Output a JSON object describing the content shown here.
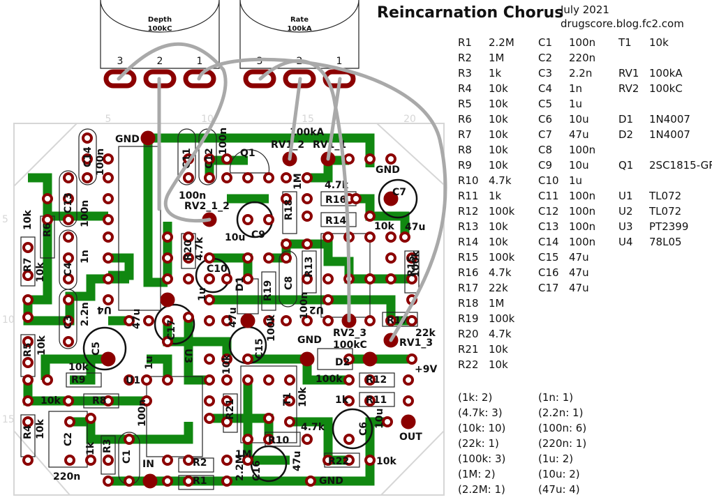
{
  "title": "Reincarnation Chorus",
  "meta": {
    "date": "July 2021",
    "site": "drugscore.blog.fc2.com"
  },
  "pots": [
    {
      "name": "Depth",
      "value": "100kC",
      "pins": [
        "3",
        "2",
        "1"
      ]
    },
    {
      "name": "Rate",
      "value": "100kA",
      "pins": [
        "3",
        "2",
        "1"
      ]
    }
  ],
  "grid": {
    "col_labels": [
      "5",
      "10",
      "15",
      "20"
    ],
    "row_labels": [
      "5",
      "10",
      "15"
    ]
  },
  "bom": {
    "resistors": [
      [
        "R1",
        "2.2M"
      ],
      [
        "R2",
        "1M"
      ],
      [
        "R3",
        "1k"
      ],
      [
        "R4",
        "10k"
      ],
      [
        "R5",
        "10k"
      ],
      [
        "R6",
        "10k"
      ],
      [
        "R7",
        "10k"
      ],
      [
        "R8",
        "10k"
      ],
      [
        "R9",
        "10k"
      ],
      [
        "R10",
        "4.7k"
      ],
      [
        "R11",
        "1k"
      ],
      [
        "R12",
        "100k"
      ],
      [
        "R13",
        "10k"
      ],
      [
        "R14",
        "10k"
      ],
      [
        "R15",
        "100k"
      ],
      [
        "R16",
        "4.7k"
      ],
      [
        "R17",
        "22k"
      ],
      [
        "R18",
        "1M"
      ],
      [
        "R19",
        "100k"
      ],
      [
        "R20",
        "4.7k"
      ],
      [
        "R21",
        "10k"
      ],
      [
        "R22",
        "10k"
      ]
    ],
    "capacitors": [
      [
        "C1",
        "100n"
      ],
      [
        "C2",
        "220n"
      ],
      [
        "C3",
        "2.2n"
      ],
      [
        "C4",
        "1n"
      ],
      [
        "C5",
        "1u"
      ],
      [
        "C6",
        "10u"
      ],
      [
        "C7",
        "47u"
      ],
      [
        "C8",
        "100n"
      ],
      [
        "C9",
        "10u"
      ],
      [
        "C10",
        "1u"
      ],
      [
        "C11",
        "100n"
      ],
      [
        "C12",
        "100n"
      ],
      [
        "C13",
        "100n"
      ],
      [
        "C14",
        "100n"
      ],
      [
        "C15",
        "47u"
      ],
      [
        "C16",
        "47u"
      ],
      [
        "C17",
        "47u"
      ]
    ],
    "others": [
      [
        "T1",
        "10k"
      ],
      [
        "",
        ""
      ],
      [
        "RV1",
        "100kA"
      ],
      [
        "RV2",
        "100kC"
      ],
      [
        "",
        ""
      ],
      [
        "D1",
        "1N4007"
      ],
      [
        "D2",
        "1N4007"
      ],
      [
        "",
        ""
      ],
      [
        "Q1",
        "2SC1815-GR"
      ],
      [
        "",
        ""
      ],
      [
        "U1",
        "TL072"
      ],
      [
        "U2",
        "TL072"
      ],
      [
        "U3",
        "PT2399"
      ],
      [
        "U4",
        "78L05"
      ]
    ]
  },
  "summary": {
    "res": [
      "(1k: 2)",
      "(4.7k: 3)",
      "(10k: 10)",
      "(22k: 1)",
      "(100k: 3)",
      "(1M: 2)",
      "(2.2M: 1)"
    ],
    "cap": [
      "(1n: 1)",
      "(2.2n: 1)",
      "(100n: 6)",
      "(220n: 1)",
      "(1u: 2)",
      "(10u: 2)",
      "(47u: 4)"
    ]
  },
  "labels": [
    {
      "t": "GND"
    },
    {
      "t": "GND"
    },
    {
      "t": "GND"
    },
    {
      "t": "GND"
    },
    {
      "t": "+9V"
    },
    {
      "t": "OUT"
    },
    {
      "t": "IN"
    },
    {
      "t": "100kA"
    },
    {
      "t": "RV1_2"
    },
    {
      "t": "RV1_1"
    },
    {
      "t": "RV2_1_2"
    },
    {
      "t": "RV2_3"
    },
    {
      "t": "100kC"
    },
    {
      "t": "RV1_3"
    },
    {
      "t": "Q1"
    },
    {
      "t": "U1"
    },
    {
      "t": "U2"
    },
    {
      "t": "U3"
    },
    {
      "t": "U4"
    },
    {
      "t": "D1"
    },
    {
      "t": "D2"
    },
    {
      "t": "T1"
    },
    {
      "t": "R1"
    },
    {
      "t": "R2"
    },
    {
      "t": "R3"
    },
    {
      "t": "R4"
    },
    {
      "t": "R5"
    },
    {
      "t": "R6"
    },
    {
      "t": "R7"
    },
    {
      "t": "R8"
    },
    {
      "t": "R9"
    },
    {
      "t": "R10"
    },
    {
      "t": "R11"
    },
    {
      "t": "R12"
    },
    {
      "t": "R13"
    },
    {
      "t": "R14"
    },
    {
      "t": "R15"
    },
    {
      "t": "R16"
    },
    {
      "t": "R17"
    },
    {
      "t": "R18"
    },
    {
      "t": "R19"
    },
    {
      "t": "R20"
    },
    {
      "t": "R21"
    },
    {
      "t": "R22"
    },
    {
      "t": "C1"
    },
    {
      "t": "C2"
    },
    {
      "t": "C3"
    },
    {
      "t": "C4"
    },
    {
      "t": "C5"
    },
    {
      "t": "C6"
    },
    {
      "t": "C7"
    },
    {
      "t": "C8"
    },
    {
      "t": "C9"
    },
    {
      "t": "C10"
    },
    {
      "t": "C11"
    },
    {
      "t": "C12"
    },
    {
      "t": "C13"
    },
    {
      "t": "C14"
    },
    {
      "t": "C15"
    },
    {
      "t": "C16"
    },
    {
      "t": "C17"
    },
    {
      "t": "10k"
    },
    {
      "t": "10k"
    },
    {
      "t": "10k"
    },
    {
      "t": "10k"
    },
    {
      "t": "10k"
    },
    {
      "t": "10k"
    },
    {
      "t": "10k"
    },
    {
      "t": "10k"
    },
    {
      "t": "10k"
    },
    {
      "t": "10k"
    },
    {
      "t": "4.7k"
    },
    {
      "t": "4.7k"
    },
    {
      "t": "4.7k"
    },
    {
      "t": "1k"
    },
    {
      "t": "1k"
    },
    {
      "t": "100k"
    },
    {
      "t": "100k"
    },
    {
      "t": "100k"
    },
    {
      "t": "22k"
    },
    {
      "t": "1M"
    },
    {
      "t": "1M"
    },
    {
      "t": "2.2M"
    },
    {
      "t": "100n"
    },
    {
      "t": "100n"
    },
    {
      "t": "100n"
    },
    {
      "t": "100n"
    },
    {
      "t": "100n"
    },
    {
      "t": "100n"
    },
    {
      "t": "220n"
    },
    {
      "t": "2.2n"
    },
    {
      "t": "1n"
    },
    {
      "t": "1u"
    },
    {
      "t": "1u"
    },
    {
      "t": "10u"
    },
    {
      "t": "10u"
    },
    {
      "t": "47u"
    },
    {
      "t": "47u"
    },
    {
      "t": "47u"
    },
    {
      "t": "47u"
    }
  ],
  "colors": {
    "trace": "#118811",
    "pad": "#8b0000",
    "wire": "#a9a9a9",
    "board": "#d6d6d6"
  }
}
